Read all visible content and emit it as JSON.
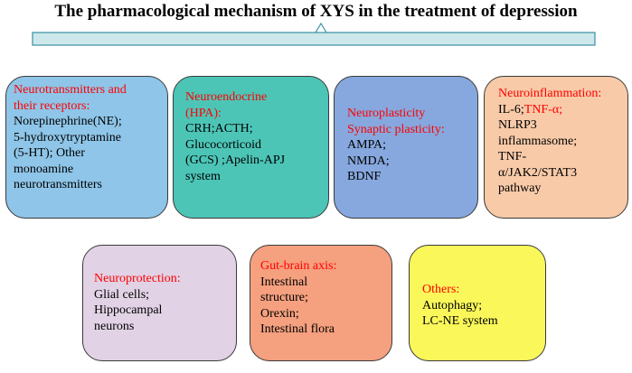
{
  "title": "The pharmacological mechanism of XYS in the treatment of depression",
  "colors": {
    "bracket_fill": "#cde8ea",
    "bracket_stroke": "#3a8fa3",
    "heading": "#ff0000",
    "neurotransmitters": "#8ec5e8",
    "neuroendocrine": "#4cc5b7",
    "neuroplasticity": "#86a8de",
    "neuroinflammation": "#f8caa8",
    "neuroprotection": "#e1d2e5",
    "gut_brain": "#f5a07f",
    "others": "#faf75a"
  },
  "boxes": {
    "neurotransmitters": {
      "heading": [
        "Neurotransmitters and",
        "their receptors:"
      ],
      "lines": [
        "Norepinephrine(NE);",
        "5-hydroxytryptamine",
        "(5-HT); Other",
        "monoamine",
        "neurotransmitters"
      ]
    },
    "neuroendocrine": {
      "heading": [
        "Neuroendocrine",
        "(HPA):"
      ],
      "lines": [
        "CRH;ACTH;",
        "Glucocorticoid",
        "(GCS) ;Apelin-APJ",
        "system"
      ]
    },
    "neuroplasticity": {
      "heading": [
        "Neuroplasticity",
        "Synaptic plasticity:"
      ],
      "lines": [
        "AMPA;",
        "NMDA;",
        "BDNF"
      ]
    },
    "neuroinflammation": {
      "heading": [
        "Neuroinflammation:"
      ],
      "first_line_black": "IL-6;",
      "first_line_red": "TNF-α;",
      "lines": [
        "NLRP3",
        "inflammasome;",
        "TNF-",
        "α/JAK2/STAT3",
        "pathway"
      ]
    },
    "neuroprotection": {
      "heading": [
        "Neuroprotection:"
      ],
      "lines": [
        "Glial cells;",
        "Hippocampal",
        "neurons"
      ]
    },
    "gut_brain": {
      "heading": [
        "Gut-brain axis:"
      ],
      "lines": [
        "Intestinal",
        "structure;",
        "Orexin;",
        "Intestinal flora"
      ]
    },
    "others": {
      "heading": [
        "Others:"
      ],
      "lines": [
        "Autophagy;",
        "LC-NE system"
      ]
    }
  }
}
